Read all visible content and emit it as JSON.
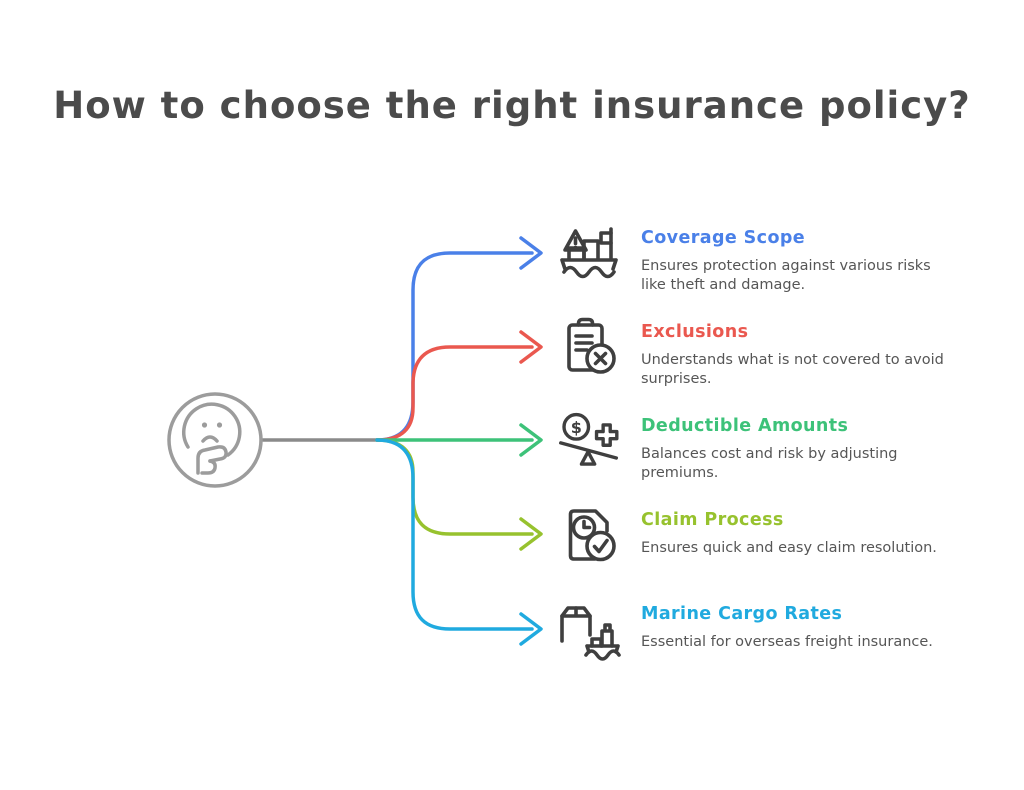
{
  "title": "How to choose the right insurance policy?",
  "colors": {
    "title": "#4b4b4b",
    "body_text": "#565656",
    "icon_stroke": "#3f3f3f",
    "center_gray": "#9c9c9c",
    "connector_gray": "#8a8a8a",
    "background": "#ffffff"
  },
  "center": {
    "icon": "thinking-face-icon"
  },
  "branches": [
    {
      "label": "Coverage Scope",
      "description": "Ensures protection against various risks like theft and damage.",
      "color": "#4a80e8",
      "icon": "cargo-ship-warning-icon"
    },
    {
      "label": "Exclusions",
      "description": "Understands what is not covered to avoid surprises.",
      "color": "#ea584f",
      "icon": "clipboard-x-icon"
    },
    {
      "label": "Deductible Amounts",
      "description": "Balances cost and risk by adjusting premiums.",
      "color": "#3dc279",
      "icon": "dollar-balance-plus-icon"
    },
    {
      "label": "Claim Process",
      "description": "Ensures quick and easy claim resolution.",
      "color": "#97c22e",
      "icon": "document-clock-check-icon"
    },
    {
      "label": "Marine Cargo Rates",
      "description": "Essential for overseas freight insurance.",
      "color": "#20aadf",
      "icon": "package-ship-icon"
    }
  ]
}
